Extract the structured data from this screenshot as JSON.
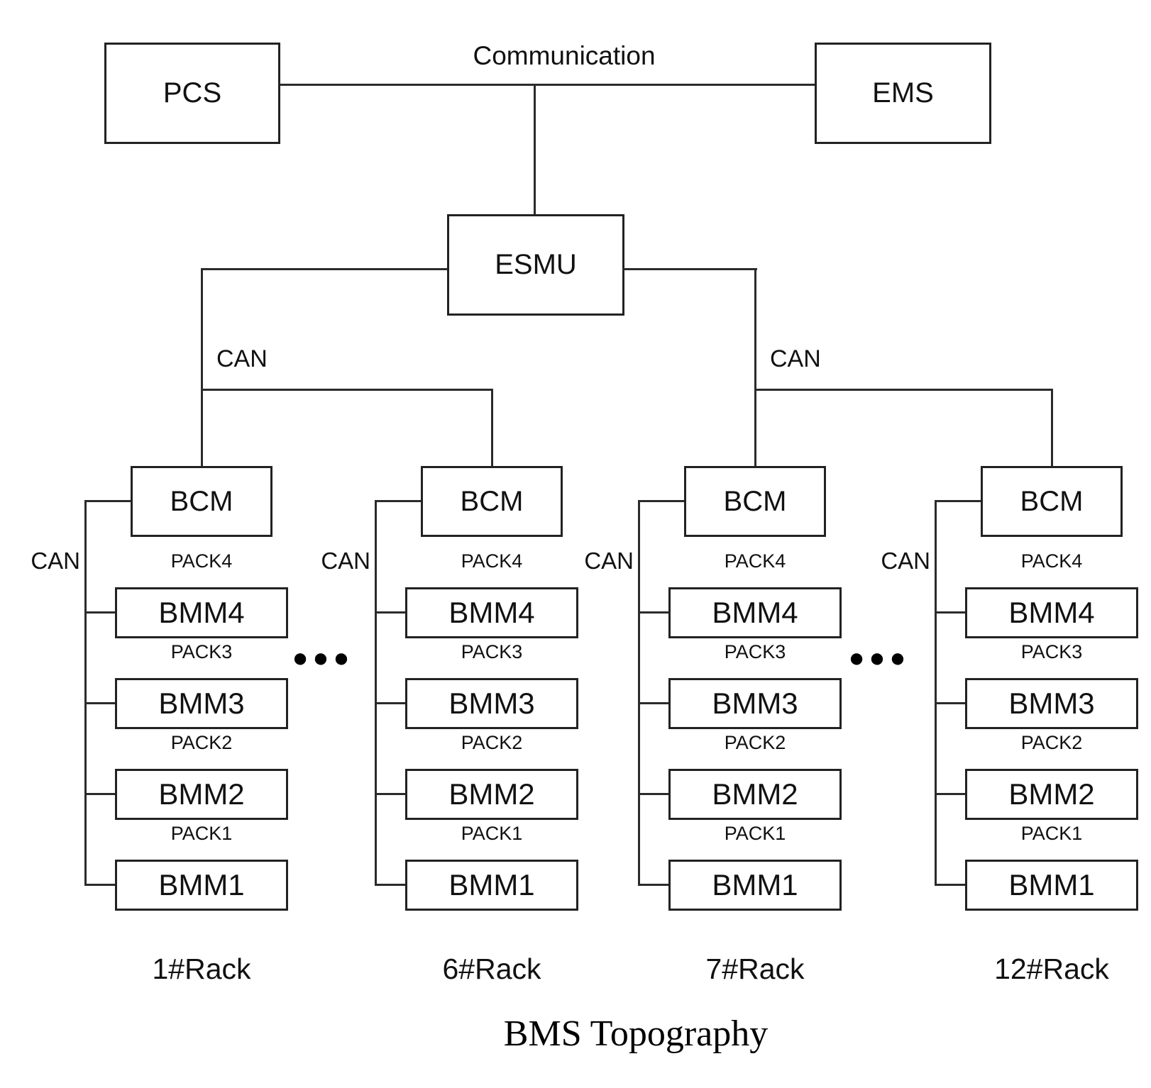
{
  "title": "BMS Topography",
  "top": {
    "communication_label": "Communication",
    "pcs": "PCS",
    "ems": "EMS",
    "esmu": "ESMU"
  },
  "trunk": {
    "left_can": "CAN",
    "right_can": "CAN"
  },
  "ellipsis": {
    "left": "●●●",
    "right": "●●●"
  },
  "racks": [
    {
      "can_label": "CAN",
      "controller": "BCM",
      "modules": [
        {
          "pack": "PACK4",
          "name": "BMM4"
        },
        {
          "pack": "PACK3",
          "name": "BMM3"
        },
        {
          "pack": "PACK2",
          "name": "BMM2"
        },
        {
          "pack": "PACK1",
          "name": "BMM1"
        }
      ],
      "label": "1#Rack"
    },
    {
      "can_label": "CAN",
      "controller": "BCM",
      "modules": [
        {
          "pack": "PACK4",
          "name": "BMM4"
        },
        {
          "pack": "PACK3",
          "name": "BMM3"
        },
        {
          "pack": "PACK2",
          "name": "BMM2"
        },
        {
          "pack": "PACK1",
          "name": "BMM1"
        }
      ],
      "label": "6#Rack"
    },
    {
      "can_label": "CAN",
      "controller": "BCM",
      "modules": [
        {
          "pack": "PACK4",
          "name": "BMM4"
        },
        {
          "pack": "PACK3",
          "name": "BMM3"
        },
        {
          "pack": "PACK2",
          "name": "BMM2"
        },
        {
          "pack": "PACK1",
          "name": "BMM1"
        }
      ],
      "label": "7#Rack"
    },
    {
      "can_label": "CAN",
      "controller": "BCM",
      "modules": [
        {
          "pack": "PACK4",
          "name": "BMM4"
        },
        {
          "pack": "PACK3",
          "name": "BMM3"
        },
        {
          "pack": "PACK2",
          "name": "BMM2"
        },
        {
          "pack": "PACK1",
          "name": "BMM1"
        }
      ],
      "label": "12#Rack"
    }
  ]
}
